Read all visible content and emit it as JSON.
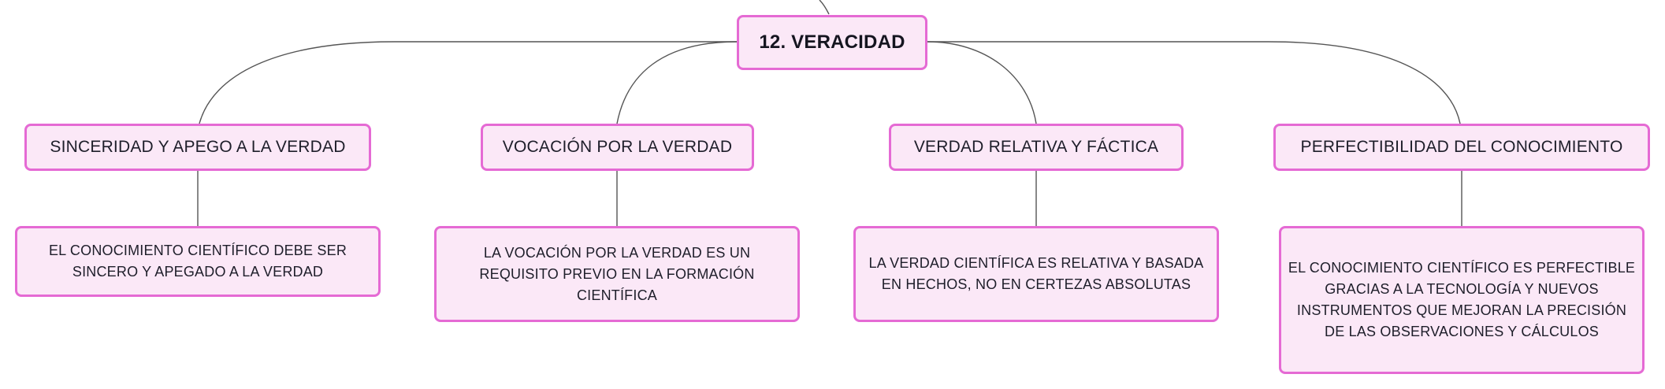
{
  "root": {
    "label": "12. VERACIDAD"
  },
  "branches": [
    {
      "label": "SINCERIDAD Y APEGO A LA VERDAD",
      "detail": "EL CONOCIMIENTO CIENTÍFICO DEBE SER SINCERO Y APEGADO A LA VERDAD"
    },
    {
      "label": "VOCACIÓN POR LA VERDAD",
      "detail": "LA VOCACIÓN POR LA VERDAD ES UN REQUISITO PREVIO EN LA FORMACIÓN CIENTÍFICA"
    },
    {
      "label": "VERDAD RELATIVA Y FÁCTICA",
      "detail": "LA VERDAD CIENTÍFICA ES RELATIVA Y BASADA EN HECHOS, NO EN CERTEZAS ABSOLUTAS"
    },
    {
      "label": "PERFECTIBILIDAD DEL CONOCIMIENTO",
      "detail": "EL CONOCIMIENTO CIENTÍFICO ES PERFECTIBLE GRACIAS A LA TECNOLOGÍA Y NUEVOS INSTRUMENTOS QUE MEJORAN LA PRECISIÓN DE LAS OBSERVACIONES Y CÁLCULOS"
    }
  ],
  "colors": {
    "node_fill": "#fbe8f7",
    "node_border": "#e56ad4",
    "connector": "#555555"
  }
}
